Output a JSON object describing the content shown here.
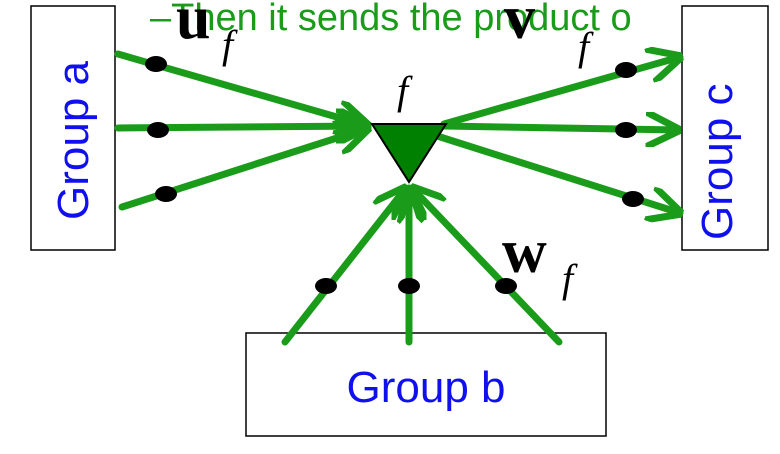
{
  "caption": "–Then it sends the product o",
  "factor": {
    "label": "f",
    "color": "#008000"
  },
  "groups": {
    "a": {
      "label": "Group a"
    },
    "b": {
      "label": "Group b"
    },
    "c": {
      "label": "Group c"
    }
  },
  "weights": {
    "u": {
      "symbol": "u",
      "subscript": "f"
    },
    "v": {
      "symbol": "v",
      "subscript": "f"
    },
    "w": {
      "symbol": "w",
      "subscript": "f"
    }
  },
  "colors": {
    "edge": "#1a9c1a",
    "group_text": "#1010ee",
    "caption_text": "#1a9c1a"
  }
}
